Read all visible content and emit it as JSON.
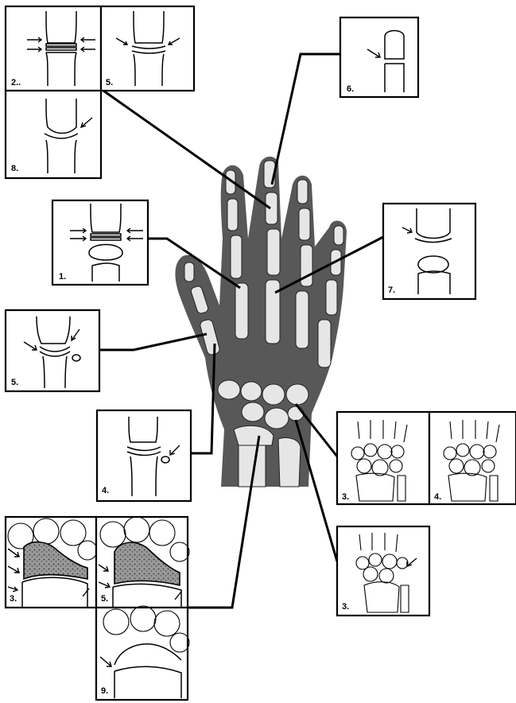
{
  "panels": [
    {
      "id": "p1",
      "label": "2.."
    },
    {
      "id": "p2",
      "label": "5."
    },
    {
      "id": "p3",
      "label": "8."
    },
    {
      "id": "p4",
      "label": "6."
    },
    {
      "id": "p5",
      "label": "1."
    },
    {
      "id": "p6",
      "label": "7."
    },
    {
      "id": "p7",
      "label": "5."
    },
    {
      "id": "p8",
      "label": "4."
    },
    {
      "id": "p9",
      "label": "3."
    },
    {
      "id": "p10",
      "label": "4."
    },
    {
      "id": "p11",
      "label": "3."
    },
    {
      "id": "p12",
      "label": "3."
    },
    {
      "id": "p13",
      "label": "5."
    },
    {
      "id": "p14",
      "label": "9."
    }
  ],
  "colors": {
    "hand": "#585858",
    "bone": "#e6e6e6",
    "line": "#000000"
  }
}
